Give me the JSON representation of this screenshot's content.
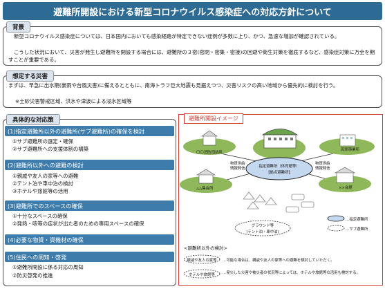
{
  "title": "避難所開設における新型コロナウイルス感染症への対応方針について",
  "background": {
    "tag": "背景",
    "p1": "新型コロナウイルス感染症については、日本国内においても感染経路が特定できない症例が多数に上り、かつ、急速な増加が確認されている。",
    "p2": "こうした状況において、災害が発生し避難所を開設する場合には、避難所の３密(密閉・密集・密接)の回避や衛生対策を徹底するなど、感染症対策に万全を期すことが重要である。"
  },
  "disaster": {
    "tag": "想定する災害",
    "p1": "まずは、早急に出水期(豪雨や台風災害)に備えるとともに、南海トラフ巨大地震も見据えつつ、災害リスクの高い地域から優先的に検討を行う。",
    "note": "※土砂災害警戒区域、洪水や津波による浸水区域等"
  },
  "measures": {
    "tag": "具体的な対応策",
    "groups": [
      {
        "head": "(1)指定避難所以外の避難所(サブ避難所)の確保を検討",
        "items": [
          "①サブ避難所の選定・確保",
          "②サブ避難所への支援体制の構築"
        ]
      },
      {
        "head": "(2)避難所以外への避難の検討",
        "items": [
          "①親戚や友人の家等への避難",
          "②テント泊や車中泊の検討",
          "③ホテルや旅館等の活用"
        ]
      },
      {
        "head": "(3)避難所でのスペースの確保",
        "items": [
          "①十分なスペースの確保",
          "②発熱・咳等の症状が出た者のための専用スペースの確保"
        ]
      },
      {
        "head": "(4)必要な物資・資機材の確保",
        "items": []
      },
      {
        "head": "(5)住民への周知・啓発",
        "items": [
          "①避難所開設に係る対応の周知",
          "②防災啓発の推進"
        ]
      }
    ]
  },
  "image": {
    "tag": "避難所開設イメージ",
    "center_label_1": "指定避難所（体育館等）",
    "center_label_2": "【拠点避難所】",
    "sub_labels": [
      "〇〇消防団詰所",
      "民間事業所",
      "△△集会所",
      "××会館"
    ],
    "supply_left": "物資供給\n情報発信",
    "supply_right": "物資供給\n情報発信",
    "ground": "グラウンド等",
    "ground_sub": "(テント泊・車中泊)",
    "legend_main": "…指定避難所",
    "legend_sub": "…サブ避難所",
    "outside_title": "<避難所以外の検討>",
    "outside_1": "親戚や友人の家等",
    "outside_1_desc": "…可能な場合は、親戚や友人の家等への避難を検討していただく。",
    "outside_2": "ホテルや旅館等",
    "outside_2_desc": "…発災した災害や被災者の状況等によっては、ホテルや旅館等の活用も検討する。"
  },
  "colors": {
    "title_bg": "#2d6b95",
    "measure_bg": "#3d7cab",
    "frame": "#d43b2f",
    "grass": "#8fb85a",
    "main_oval": "#c4d9ef"
  }
}
